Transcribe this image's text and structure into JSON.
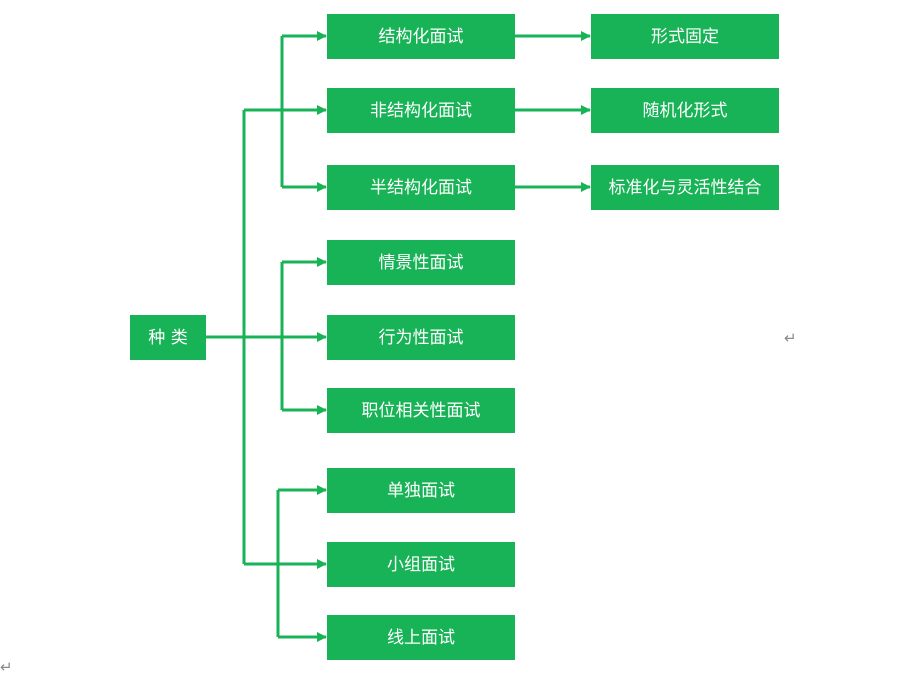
{
  "colors": {
    "node_fill": "#19b357",
    "connector": "#19b357",
    "node_text": "#ffffff",
    "background": "#ffffff"
  },
  "root": {
    "label": "种 类"
  },
  "groups": [
    {
      "items": [
        {
          "label": "结构化面试",
          "detail": "形式固定"
        },
        {
          "label": "非结构化面试",
          "detail": "随机化形式"
        },
        {
          "label": "半结构化面试",
          "detail": "标准化与灵活性结合"
        }
      ]
    },
    {
      "items": [
        {
          "label": "情景性面试"
        },
        {
          "label": "行为性面试"
        },
        {
          "label": "职位相关性面试"
        }
      ]
    },
    {
      "items": [
        {
          "label": "单独面试"
        },
        {
          "label": "小组面试"
        },
        {
          "label": "线上面试"
        }
      ]
    }
  ],
  "marks": {
    "return_symbol": "↵"
  }
}
